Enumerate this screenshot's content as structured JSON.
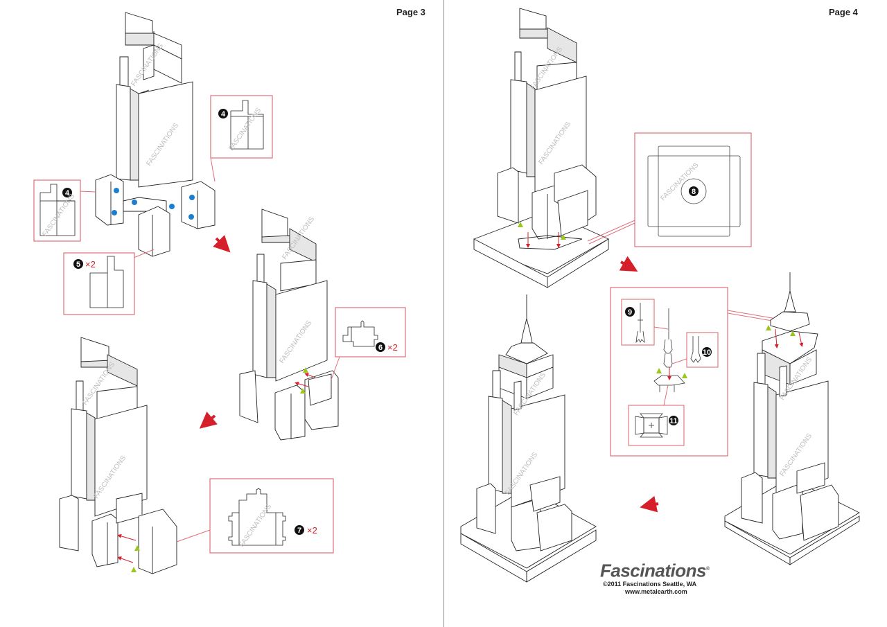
{
  "pages": [
    {
      "label": "Page 3"
    },
    {
      "label": "Page 4"
    }
  ],
  "watermark": "FASCINATIONS",
  "colors": {
    "callout_border": "#e06f78",
    "arrow": "#d51f2a",
    "glue_dot": "#1a7fd0",
    "align_marker": "#9bc61d",
    "line": "#222222",
    "shade": "#e6e6e6"
  },
  "steps": {
    "step4a": {
      "number": "4",
      "qty": ""
    },
    "step4b": {
      "number": "4",
      "qty": ""
    },
    "step5": {
      "number": "5",
      "qty": "×2"
    },
    "step6": {
      "number": "6",
      "qty": "×2"
    },
    "step7": {
      "number": "7",
      "qty": "×2"
    },
    "step8": {
      "number": "8",
      "qty": ""
    },
    "step9": {
      "number": "9",
      "qty": ""
    },
    "step10": {
      "number": "10",
      "qty": ""
    },
    "step11": {
      "number": "11",
      "qty": ""
    }
  },
  "footer": {
    "brand": "Fascinations",
    "registered": "®",
    "copyright": "©2011  Fascinations Seattle, WA",
    "url": "www.metalearth.com"
  }
}
